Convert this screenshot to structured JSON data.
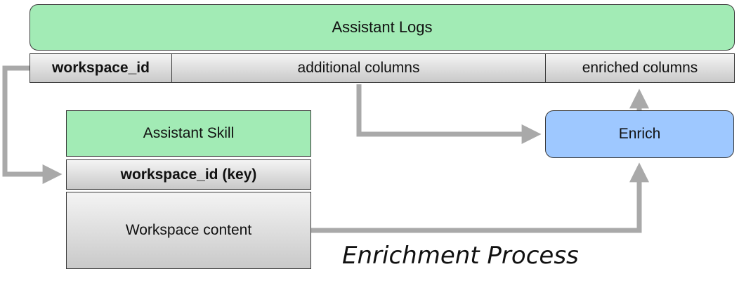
{
  "assistant_logs": {
    "title": "Assistant Logs",
    "columns": [
      "workspace_id",
      "additional columns",
      "enriched columns"
    ]
  },
  "assistant_skill": {
    "title": "Assistant Skill",
    "key": "workspace_id (key)",
    "content": "Workspace content"
  },
  "enrich": {
    "label": "Enrich"
  },
  "caption": "Enrichment Process",
  "colors": {
    "green_box": "#a2ebb5",
    "blue_box": "#9ec8ff",
    "gray_top": "#f4f4f4",
    "gray_bottom": "#c9c9c9",
    "arrow": "#a9a9a9"
  }
}
